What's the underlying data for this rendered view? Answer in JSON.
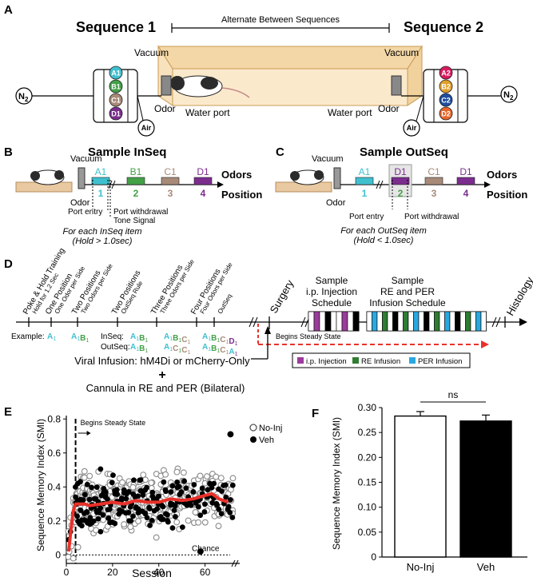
{
  "panelA": {
    "label": "A",
    "seq1_title": "Sequence 1",
    "seq2_title": "Sequence 2",
    "alternate": "Alternate Between Sequences",
    "vacuum": "Vacuum",
    "odor": "Odor",
    "water_port": "Water port",
    "n2": "N",
    "n2_sub": "2",
    "air": "Air",
    "seq1_odors": [
      {
        "label": "A1",
        "color": "#40c0cf"
      },
      {
        "label": "B1",
        "color": "#43a047"
      },
      {
        "label": "C1",
        "color": "#a88a78"
      },
      {
        "label": "D1",
        "color": "#7b2d8e"
      }
    ],
    "seq2_odors": [
      {
        "label": "A2",
        "color": "#d81b60"
      },
      {
        "label": "B2",
        "color": "#e2a02a"
      },
      {
        "label": "C2",
        "color": "#1f4e9e"
      },
      {
        "label": "D2",
        "color": "#e8662a"
      }
    ]
  },
  "panelB": {
    "label": "B",
    "title": "Sample InSeq",
    "vacuum": "Vacuum",
    "odor": "Odor",
    "odors_label": "Odors",
    "position_label": "Position",
    "items": [
      {
        "odor": "A1",
        "pos": "1",
        "color": "#40c0cf"
      },
      {
        "odor": "B1",
        "pos": "2",
        "color": "#43a047"
      },
      {
        "odor": "C1",
        "pos": "3",
        "color": "#a88a78"
      },
      {
        "odor": "D1",
        "pos": "4",
        "color": "#7b2d8e"
      }
    ],
    "port_entry": "Port entry",
    "port_withdrawal": "Port withdrawal",
    "tone_signal": "Tone Signal",
    "note1": "For each InSeq item",
    "note2": "(Hold > 1.0sec)"
  },
  "panelC": {
    "label": "C",
    "title": "Sample OutSeq",
    "vacuum": "Vacuum",
    "odor": "Odor",
    "odors_label": "Odors",
    "position_label": "Position",
    "items": [
      {
        "odor": "A1",
        "pos": "1",
        "color": "#40c0cf"
      },
      {
        "odor": "D1",
        "pos": "2",
        "color": "#7b2d8e",
        "poscolor": "#43a047"
      },
      {
        "odor": "C1",
        "pos": "3",
        "color": "#a88a78"
      },
      {
        "odor": "D1",
        "pos": "4",
        "color": "#7b2d8e"
      }
    ],
    "port_entry": "Port entry",
    "port_withdrawal": "Port withdrawal",
    "note1": "For each OutSeq item",
    "note2": "(Hold < 1.0sec)"
  },
  "panelD": {
    "label": "D",
    "stages": [
      {
        "main": "Poke & Hold Training",
        "sub": "Hold for 1.2 Sec"
      },
      {
        "main": "One Position",
        "sub": "One Odor per Side"
      },
      {
        "main": "Two Positions",
        "sub": "Two Odors per Side"
      },
      {
        "main": "Two Positions",
        "sub": "OutSeq Rule"
      },
      {
        "main": "Three Positions",
        "sub": "Three Odors per Side"
      },
      {
        "main": "Four Positions",
        "sub": "Four Odors per Side"
      },
      {
        "main": "",
        "sub": "OutSeq"
      }
    ],
    "surgery": "Surgery",
    "injection_title": [
      "Sample",
      "i.p. Injection",
      "Schedule"
    ],
    "infusion_title": [
      "Sample",
      "RE and PER",
      "Infusion Schedule"
    ],
    "histology": "Histology",
    "example_label": "Example:",
    "inseq_label": "InSeq:",
    "outseq_label": "OutSeq:",
    "begins_steady_state": "Begins Steady State",
    "viral": "Viral Infusion: hM4Di or mCherry-Only",
    "plus": "+",
    "cannula": "Cannula in RE and PER (Bilateral)",
    "legend": [
      {
        "label": "i.p. Injection",
        "color": "#9b3c9b"
      },
      {
        "label": "RE Infusion",
        "color": "#2e7d32"
      },
      {
        "label": "PER Infusion",
        "color": "#29a8e0"
      }
    ],
    "injection_schedule": [
      "w",
      "p",
      "w",
      "k",
      "w",
      "w",
      "p",
      "w",
      "k"
    ],
    "infusion_schedule": [
      "w",
      "b",
      "w",
      "g",
      "w",
      "k",
      "w",
      "g",
      "w",
      "b",
      "w",
      "k",
      "w",
      "g",
      "w",
      "b",
      "w",
      "k",
      "w",
      "g",
      "w",
      "b",
      "w"
    ],
    "examples": {
      "stage1": "A1",
      "stage2": "A1B1",
      "stage4_in": "A1B1",
      "stage4_out": "A1B1",
      "stage5_in": "A1B1C1",
      "stage5_out": "A1C1C1",
      "stage6_in": "A1B1C1D1",
      "stage6_out": "A1B1C1A1"
    }
  },
  "panelE": {
    "label": "E",
    "ylabel": "Sequence Memory Index (SMI)",
    "xlabel": "Session",
    "annotation": "Begins Steady State",
    "chance": "Chance",
    "legend_noinj": "No-Inj",
    "legend_veh": "Veh"
  },
  "panelF": {
    "label": "F",
    "ylabel": "Sequence Memory Index (SMI)",
    "ns": "ns"
  },
  "chart_data": [
    {
      "type": "scatter",
      "panel": "E",
      "xlabel": "Session",
      "ylabel": "Sequence Memory Index (SMI)",
      "xlim": [
        0,
        75
      ],
      "ylim": [
        -0.05,
        0.82
      ],
      "xticks": [
        0,
        20,
        40,
        60
      ],
      "yticks": [
        0,
        0.2,
        0.4,
        0.6,
        0.8
      ],
      "steady_state_session": 4,
      "chance_level": 0,
      "legend_position": "top-right",
      "series": [
        {
          "name": "No-Inj",
          "marker": "open-circle",
          "color": "#7a7a7a"
        },
        {
          "name": "Veh",
          "marker": "filled-circle",
          "color": "#000000"
        }
      ],
      "mean_line": {
        "color": "#e8312a",
        "x": [
          1,
          2,
          3,
          4,
          6,
          8,
          10,
          15,
          20,
          25,
          30,
          35,
          40,
          45,
          50,
          55,
          60,
          63,
          66,
          70
        ],
        "y": [
          0.02,
          0.15,
          0.26,
          0.3,
          0.3,
          0.3,
          0.29,
          0.3,
          0.31,
          0.3,
          0.32,
          0.31,
          0.31,
          0.33,
          0.32,
          0.33,
          0.35,
          0.36,
          0.33,
          0.31
        ]
      },
      "outliers": [
        {
          "series": "Veh",
          "x": 71,
          "y": 0.71
        },
        {
          "series": "No-Inj",
          "x": 3,
          "y": -0.02
        },
        {
          "series": "Veh",
          "x": 58,
          "y": 0.02
        }
      ]
    },
    {
      "type": "bar",
      "panel": "F",
      "categories": [
        "No-Inj",
        "Veh"
      ],
      "values": [
        0.283,
        0.273
      ],
      "errors": [
        0.009,
        0.012
      ],
      "ylim": [
        0,
        0.3
      ],
      "yticks": [
        0,
        0.05,
        0.1,
        0.15,
        0.2,
        0.25,
        0.3
      ],
      "bar_colors": [
        "#ffffff",
        "#000000"
      ],
      "significance": "ns"
    }
  ]
}
